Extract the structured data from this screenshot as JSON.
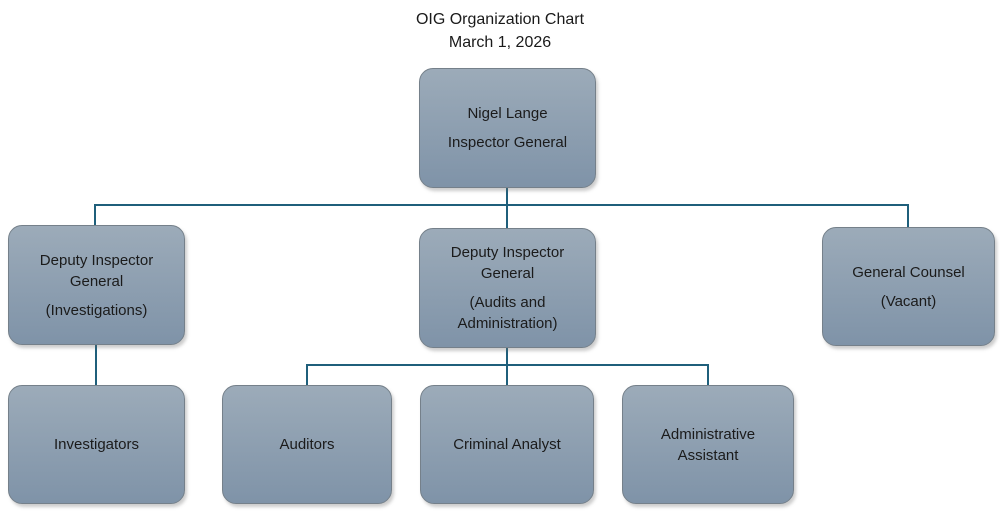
{
  "title": {
    "heading": "OIG Organization Chart",
    "date": "March 1, 2026"
  },
  "colors": {
    "box_gradient_top": "#9CABB9",
    "box_gradient_bottom": "#7F93A8",
    "box_border": "#75808A",
    "connector_line": "#1F5F7B",
    "text": "#1B1B1B",
    "background": "#FFFFFF"
  },
  "nodes": {
    "inspector_general": {
      "line1": "Nigel Lange",
      "line2": "Inspector General"
    },
    "dig_investigations": {
      "line1": "Deputy Inspector General",
      "line2": "(Investigations)"
    },
    "dig_audits_admin": {
      "line1": "Deputy Inspector General",
      "line2": "(Audits and Administration)"
    },
    "general_counsel": {
      "line1": "General Counsel",
      "line2": "(Vacant)"
    },
    "investigators": {
      "line1": "Investigators"
    },
    "auditors": {
      "line1": "Auditors"
    },
    "criminal_analyst": {
      "line1": "Criminal Analyst"
    },
    "administrative_assistant": {
      "line1": "Administrative Assistant"
    }
  },
  "hierarchy": {
    "root": "inspector_general",
    "reports": [
      {
        "parent": "inspector_general",
        "child": "dig_investigations"
      },
      {
        "parent": "inspector_general",
        "child": "dig_audits_admin"
      },
      {
        "parent": "inspector_general",
        "child": "general_counsel"
      },
      {
        "parent": "dig_investigations",
        "child": "investigators"
      },
      {
        "parent": "dig_audits_admin",
        "child": "auditors"
      },
      {
        "parent": "dig_audits_admin",
        "child": "criminal_analyst"
      },
      {
        "parent": "dig_audits_admin",
        "child": "administrative_assistant"
      }
    ]
  }
}
